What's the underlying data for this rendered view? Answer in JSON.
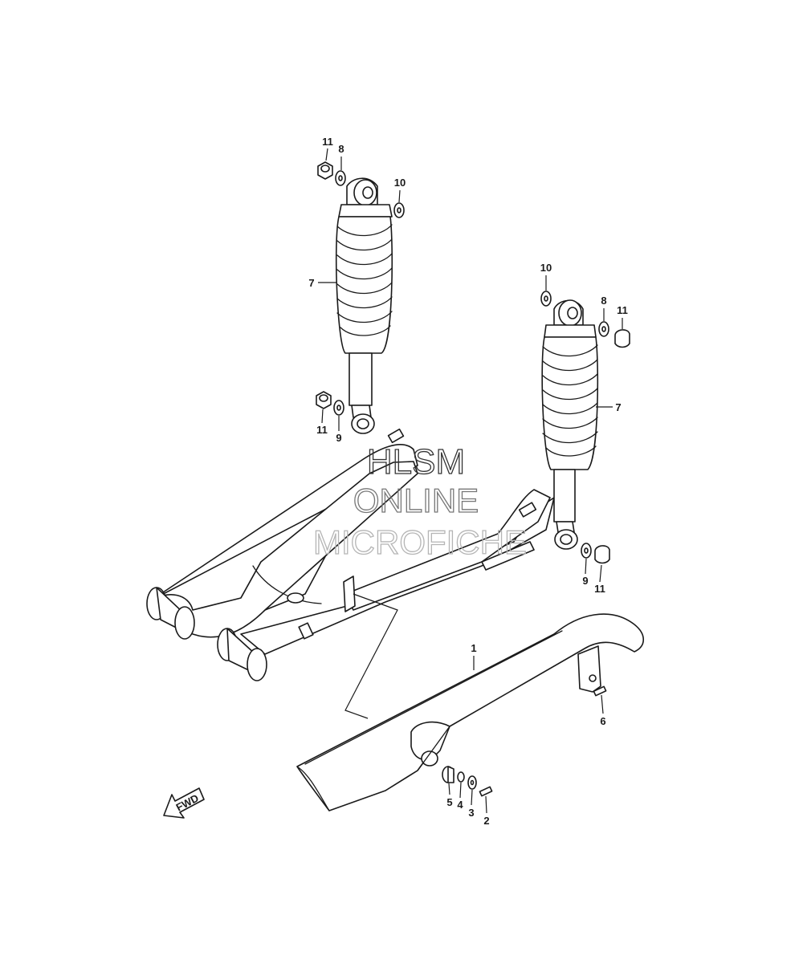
{
  "callouts": {
    "c1": "1",
    "c2": "2",
    "c3": "3",
    "c4": "4",
    "c5": "5",
    "c6": "6",
    "c7a": "7",
    "c7b": "7",
    "c8a": "8",
    "c8b": "8",
    "c9a": "9",
    "c9b": "9",
    "c10a": "10",
    "c10b": "10",
    "c11a": "11",
    "c11b": "11",
    "c11c": "11",
    "c11d": "11"
  },
  "watermark": {
    "line1": "HLSM",
    "line2": "ONLINE",
    "line3": "MICROFICHE"
  },
  "fwd_label": "FWD",
  "colors": {
    "ink": "#1a1a1a",
    "watermark_dark": "#333333",
    "watermark_mid": "#777777",
    "watermark_light": "#b5b5b5"
  }
}
